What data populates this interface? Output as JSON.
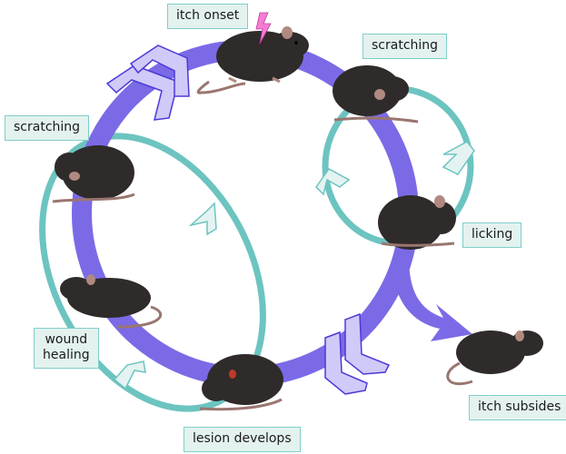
{
  "diagram": {
    "title": "Itch-scratch cycle",
    "colors": {
      "main_cycle": "#7b6ae6",
      "main_chevron_fill": "#cfcaf7",
      "main_chevron_stroke": "#4b3ad8",
      "sub_cycle": "#6cc4c0",
      "sub_chevron_fill": "#e4f3f1",
      "label_fill": "#e3f2ef",
      "label_border": "#7fcfc9",
      "mouse_body": "#2f2b2a",
      "mouse_pink": "#b08a80",
      "lightning": "#f47ed3",
      "lesion": "#c0392b"
    },
    "labels": {
      "itch_onset": "itch onset",
      "scratching_right": "scratching",
      "scratching_left": "scratching",
      "licking": "licking",
      "wound_healing_line1": "wound",
      "wound_healing_line2": "healing",
      "lesion_develops": "lesion develops",
      "itch_subsides": "itch subsides"
    },
    "stages": [
      {
        "id": "itch-onset",
        "label": "itch onset",
        "icon": "lightning-icon"
      },
      {
        "id": "scratching-right",
        "label": "scratching"
      },
      {
        "id": "licking",
        "label": "licking"
      },
      {
        "id": "lesion-develops",
        "label": "lesion develops"
      },
      {
        "id": "wound-healing",
        "label": "wound healing"
      },
      {
        "id": "scratching-left",
        "label": "scratching"
      },
      {
        "id": "itch-subsides",
        "label": "itch subsides"
      }
    ]
  }
}
